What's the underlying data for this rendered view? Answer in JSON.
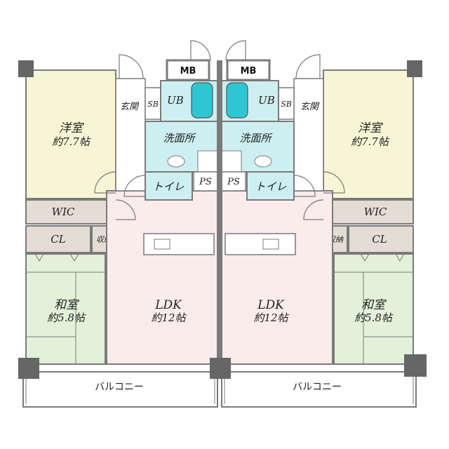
{
  "colors": {
    "wall": "#7a7a7a",
    "column": "#666666",
    "western_room": "#f6f6d6",
    "japanese_room": "#e2f1da",
    "ldk": "#fbecec",
    "wet_area": "#cdeff2",
    "storage": "#e3ddd6",
    "hall": "#ffffff",
    "bath_tub": "#2fc6d3"
  },
  "units": [
    {
      "western_room": {
        "name": "洋室",
        "size": "約7.7帖"
      },
      "wic": "WIC",
      "closet": "CL",
      "storage": "収納",
      "japanese_room": {
        "name": "和室",
        "size": "約5.8帖"
      },
      "ldk": {
        "name": "LDK",
        "size": "約12帖"
      },
      "entrance": "玄関",
      "shoe_box": "SB",
      "bath": "UB",
      "washroom": "洗面所",
      "toilet": "トイレ",
      "pipe_space": "PS",
      "meter_box": "MB",
      "balcony": "バルコニー"
    },
    {
      "western_room": {
        "name": "洋室",
        "size": "約7.7帖"
      },
      "wic": "WIC",
      "closet": "CL",
      "storage": "収納",
      "japanese_room": {
        "name": "和室",
        "size": "約5.8帖"
      },
      "ldk": {
        "name": "LDK",
        "size": "約12帖"
      },
      "entrance": "玄関",
      "shoe_box": "SB",
      "bath": "UB",
      "washroom": "洗面所",
      "toilet": "トイレ",
      "pipe_space": "PS",
      "meter_box": "MB",
      "balcony": "バルコニー"
    }
  ]
}
